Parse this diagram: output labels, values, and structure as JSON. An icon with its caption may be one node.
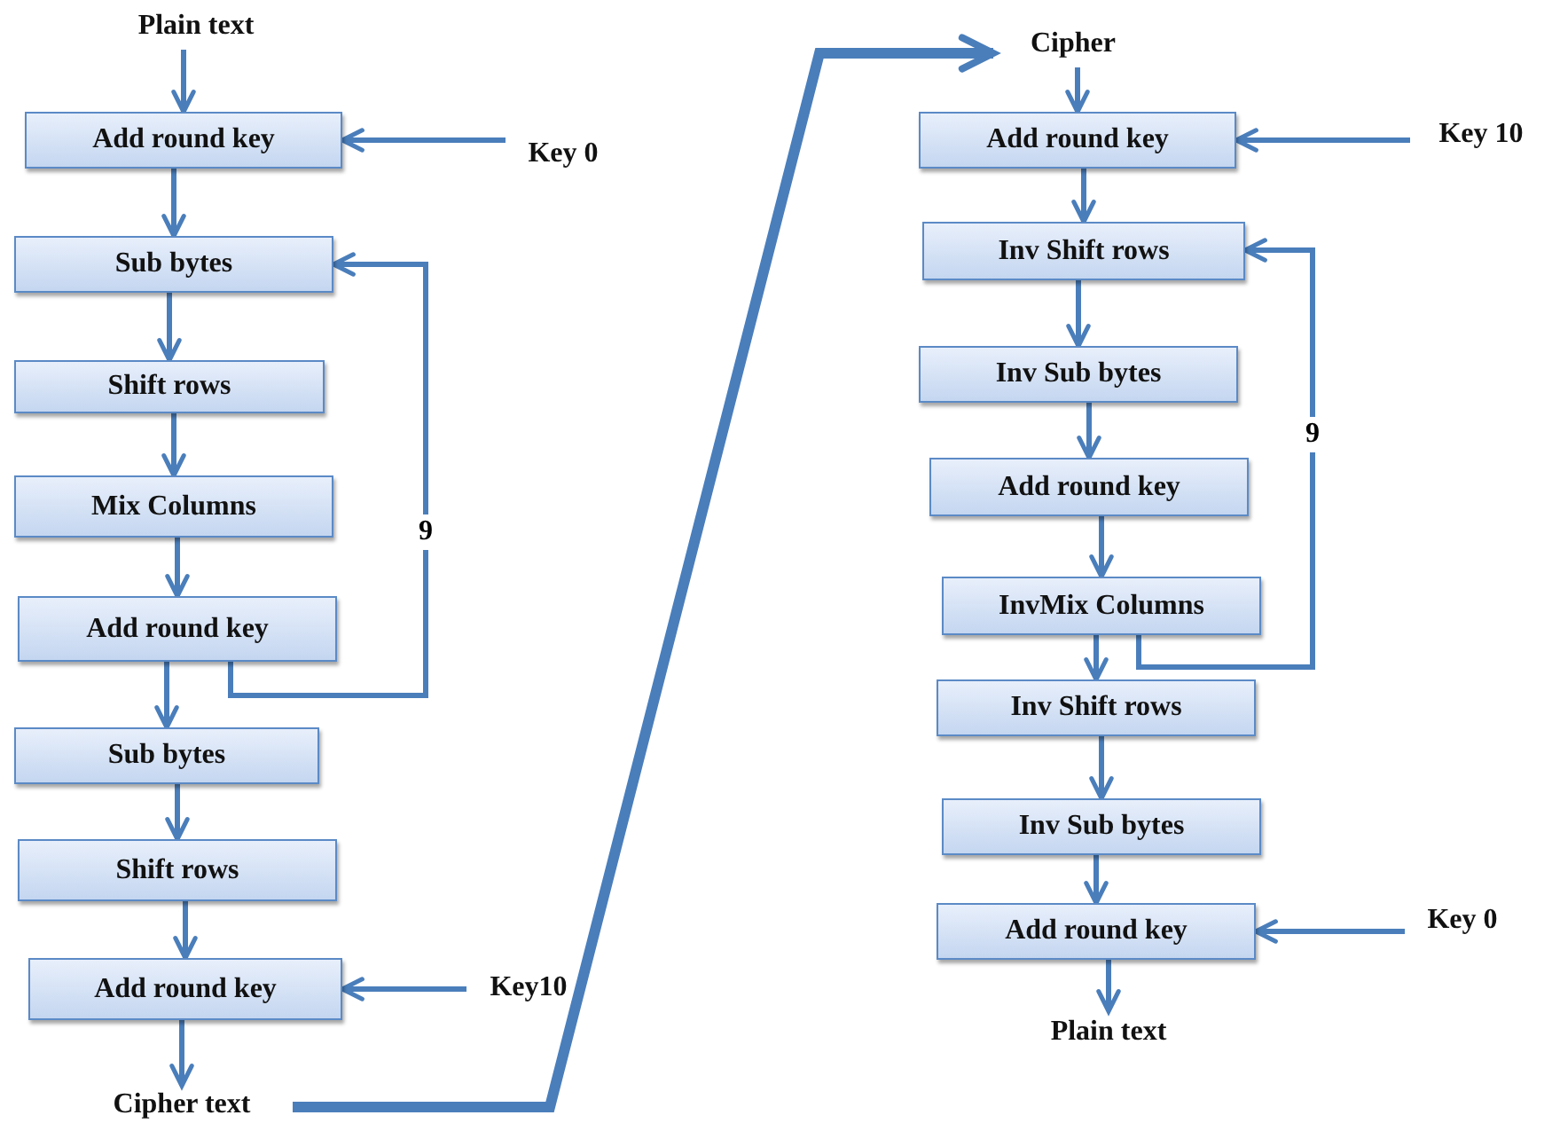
{
  "diagram": {
    "nodes": [
      {
        "text": [
          "Plain text"
        ]
      },
      {
        "text": [
          "Add round key"
        ]
      },
      {
        "text": [
          "Sub bytes"
        ]
      },
      {
        "text": [
          "Shift rows"
        ]
      },
      {
        "text": [
          "Mix Columns"
        ]
      },
      {
        "text": [
          "Add round key"
        ]
      },
      {
        "text": [
          "Sub bytes"
        ]
      },
      {
        "text": [
          "Shift rows"
        ]
      },
      {
        "text": [
          "Add round key"
        ]
      },
      {
        "text": [
          "Cipher text"
        ]
      },
      {
        "text": [
          "Key 0"
        ]
      },
      {
        "text": [
          "Key10"
        ]
      },
      {
        "text": [
          "Cipher"
        ]
      },
      {
        "text": [
          "Add round key"
        ]
      },
      {
        "text": [
          "Inv Shift rows"
        ]
      },
      {
        "text": [
          "Inv Sub bytes"
        ]
      },
      {
        "text": [
          "Add round key"
        ]
      },
      {
        "text": [
          "InvMix Columns"
        ]
      },
      {
        "text": [
          "Inv Shift rows"
        ]
      },
      {
        "text": [
          "Inv Sub bytes"
        ]
      },
      {
        "text": [
          "Add round key"
        ]
      },
      {
        "text": [
          "Plain text"
        ]
      },
      {
        "text": [
          "Key 10"
        ]
      },
      {
        "text": [
          "Key 0"
        ]
      }
    ],
    "edges": [
      {
        "from": 0,
        "to": 1,
        "arrow": "to"
      },
      {
        "from": 1,
        "to": 2,
        "arrow": "to"
      },
      {
        "from": 2,
        "to": 3,
        "arrow": "to"
      },
      {
        "from": 3,
        "to": 4,
        "arrow": "to"
      },
      {
        "from": 4,
        "to": 5,
        "arrow": "to"
      },
      {
        "from": 5,
        "to": 6,
        "arrow": "to"
      },
      {
        "from": 6,
        "to": 7,
        "arrow": "to"
      },
      {
        "from": 7,
        "to": 8,
        "arrow": "to"
      },
      {
        "from": 8,
        "to": 9,
        "arrow": "to"
      },
      {
        "from": 10,
        "to": 1,
        "arrow": "to"
      },
      {
        "from": 11,
        "to": 8,
        "arrow": "to"
      },
      {
        "from": 5,
        "to": 2,
        "label": "9",
        "arrow": "to"
      },
      {
        "from": 9,
        "to": 12,
        "arrow": "to",
        "style": "thick"
      },
      {
        "from": 12,
        "to": 13,
        "arrow": "to"
      },
      {
        "from": 13,
        "to": 14,
        "arrow": "to"
      },
      {
        "from": 14,
        "to": 15,
        "arrow": "to"
      },
      {
        "from": 15,
        "to": 16,
        "arrow": "to"
      },
      {
        "from": 16,
        "to": 17,
        "arrow": "to"
      },
      {
        "from": 17,
        "to": 18,
        "arrow": "to"
      },
      {
        "from": 18,
        "to": 19,
        "arrow": "to"
      },
      {
        "from": 19,
        "to": 20,
        "arrow": "to"
      },
      {
        "from": 20,
        "to": 21,
        "arrow": "to"
      },
      {
        "from": 22,
        "to": 13,
        "arrow": "to"
      },
      {
        "from": 23,
        "to": 20,
        "arrow": "to"
      },
      {
        "from": 17,
        "to": 14,
        "label": "9",
        "arrow": "to"
      }
    ]
  }
}
